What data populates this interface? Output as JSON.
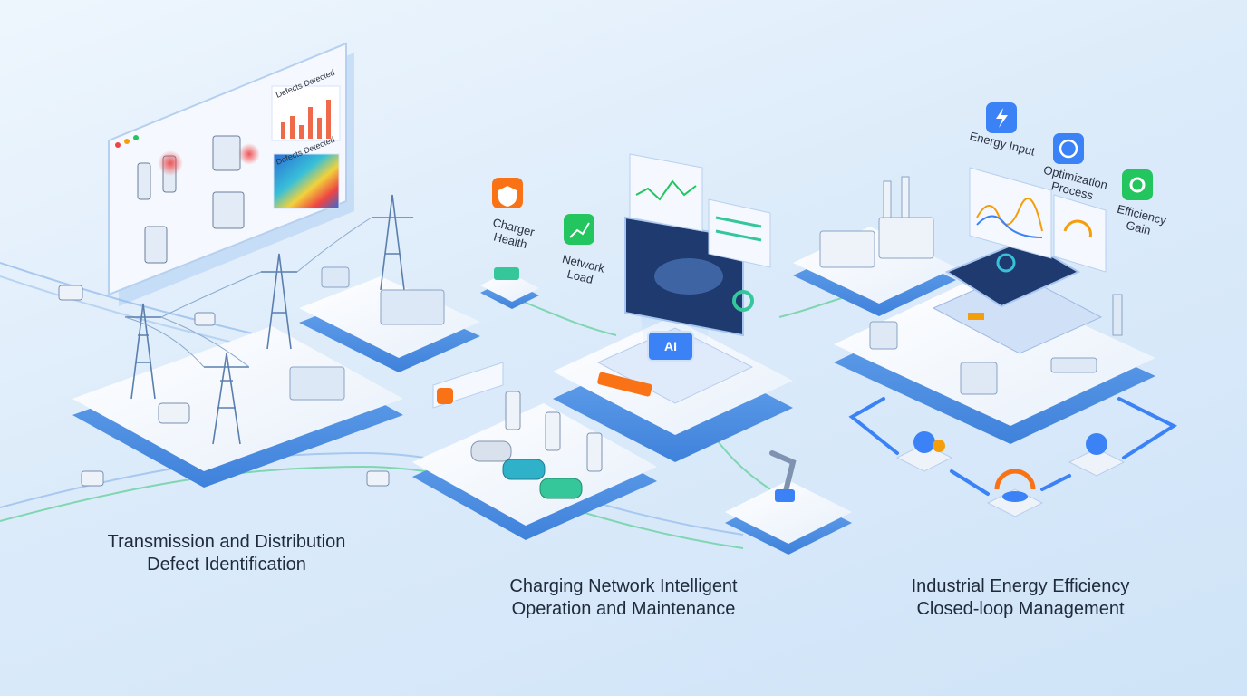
{
  "sections": [
    {
      "caption_line1": "Transmission and Distribution",
      "caption_line2": "Defect Identification"
    },
    {
      "caption_line1": "Charging Network Intelligent",
      "caption_line2": "Operation and Maintenance"
    },
    {
      "caption_line1": "Industrial Energy Efficiency",
      "caption_line2": "Closed-loop Management"
    }
  ],
  "defect_panel": {
    "chart1_label": "Defects Detected",
    "chart2_label": "Defects Detected"
  },
  "charging": {
    "health_label": "Charger Health",
    "load_label": "Network Load",
    "ai_chip_label": "AI"
  },
  "industrial": {
    "energy_input_label": "Energy Input",
    "optimization_label": "Optimization Process",
    "efficiency_label": "Efficiency Gain"
  },
  "colors": {
    "accent_blue": "#3b82f6",
    "platform_blue": "#5b9be8",
    "accent_orange": "#f59e0b",
    "accent_green": "#22c55e",
    "defect_red": "#ef4444"
  }
}
